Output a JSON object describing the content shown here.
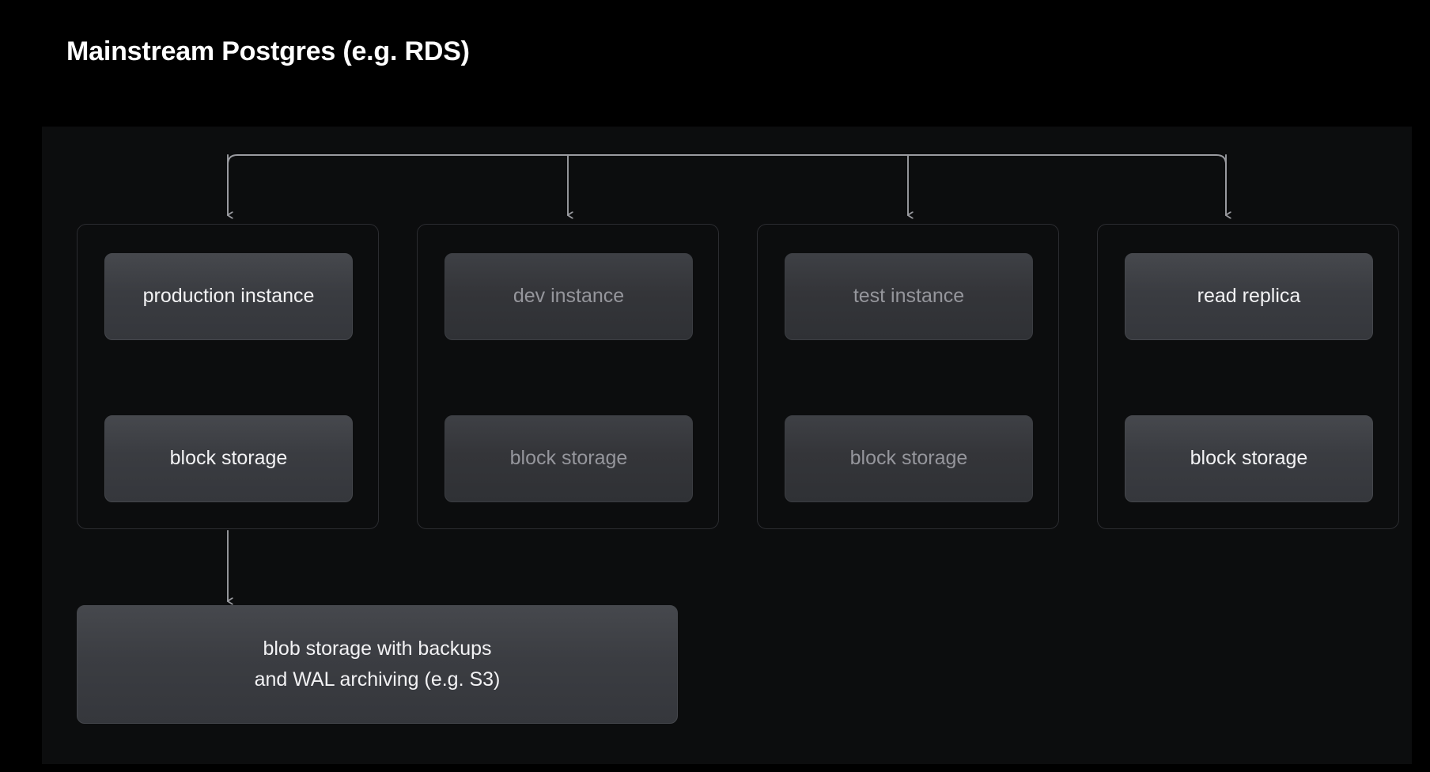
{
  "title": "Mainstream Postgres (e.g. RDS)",
  "colors": {
    "page_background": "#000000",
    "panel_background": "#0c0d0e",
    "group_border": "#2b2c30",
    "node_fill_top": "#46484d",
    "node_fill_bottom": "#35373c",
    "node_border": "#45474c",
    "text_bright": "#f2f2f4",
    "text_dimmed": "#95969c",
    "connector_line": "#9a9ba0"
  },
  "diagram": {
    "type": "architecture-tree",
    "root_fanout_arrows": 4,
    "columns": [
      {
        "id": "production",
        "dimmed": false,
        "instance_label": "production instance",
        "storage_label": "block storage",
        "bidirectional_arrow": true,
        "has_backup_arrow": true
      },
      {
        "id": "dev",
        "dimmed": true,
        "instance_label": "dev instance",
        "storage_label": "block storage",
        "bidirectional_arrow": true,
        "has_backup_arrow": false
      },
      {
        "id": "test",
        "dimmed": true,
        "instance_label": "test instance",
        "storage_label": "block storage",
        "bidirectional_arrow": true,
        "has_backup_arrow": false
      },
      {
        "id": "read-replica",
        "dimmed": false,
        "instance_label": "read replica",
        "storage_label": "block storage",
        "bidirectional_arrow": true,
        "has_backup_arrow": false
      }
    ],
    "blob_storage": {
      "line1": "blob storage with backups",
      "line2": "and WAL archiving (e.g. S3)"
    }
  }
}
